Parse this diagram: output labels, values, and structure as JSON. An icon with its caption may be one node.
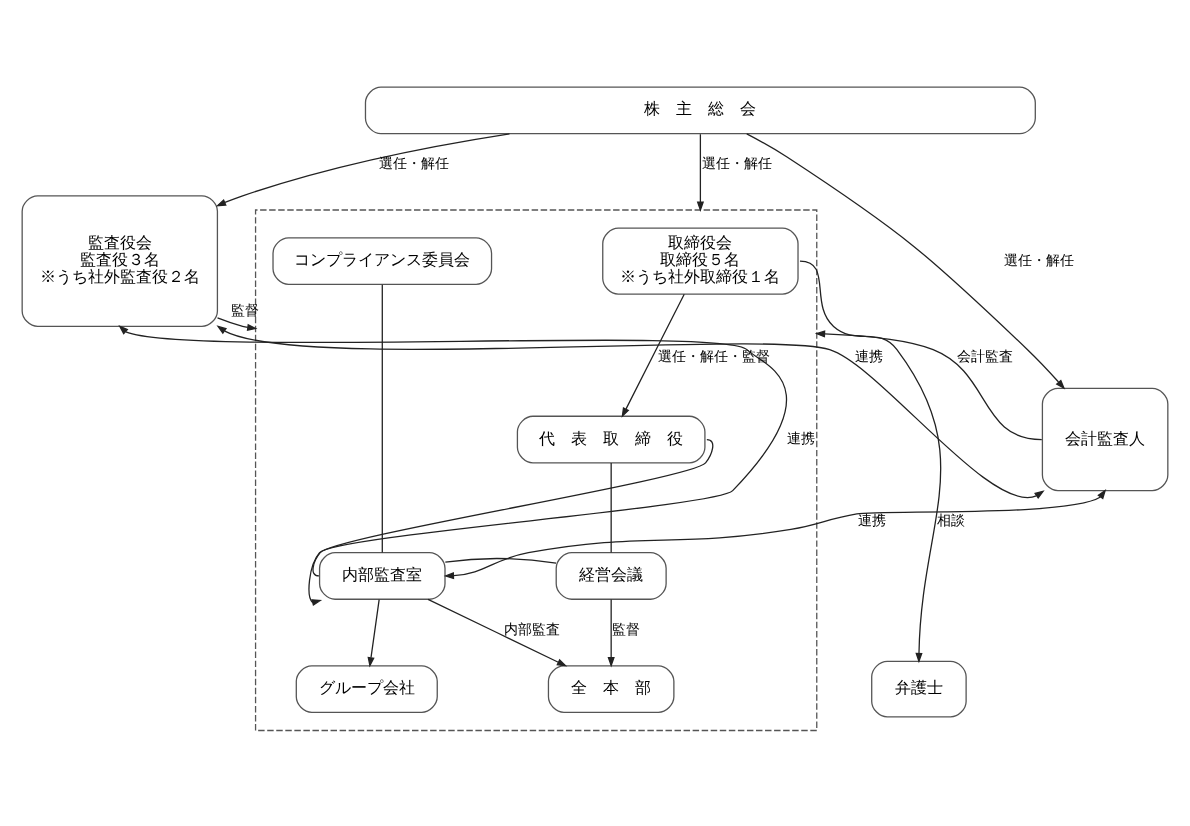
{
  "diagram": {
    "nodes": [
      {
        "text": [
          "株　主　総　会"
        ]
      },
      {
        "text": [
          "監査役会",
          "監査役３名",
          "※うち社外監査役２名"
        ]
      },
      {
        "text": [],
        "shape": "box"
      },
      {
        "text": [
          "取締役会",
          "取締役５名",
          "※うち社外取締役１名"
        ],
        "in": 2
      },
      {
        "text": [
          "コンプライアンス委員会"
        ],
        "in": 2
      },
      {
        "text": [
          "会計監査人"
        ]
      },
      {
        "text": [
          "代　表　取　締　役"
        ],
        "in": 2
      },
      {
        "text": [
          "経営会議"
        ],
        "in": 2
      },
      {
        "text": [
          "内部監査室"
        ],
        "in": 2
      },
      {
        "text": [
          "全　本　部"
        ],
        "in": 2
      },
      {
        "text": [
          "グループ会社"
        ],
        "in": 2
      },
      {
        "text": [
          "弁護士"
        ]
      }
    ],
    "edges": [
      {
        "from": 0,
        "to": 1,
        "arrow": "to",
        "label": "選任・解任"
      },
      {
        "from": 0,
        "to": 2,
        "arrow": "to",
        "label": "選任・解任"
      },
      {
        "from": 0,
        "to": 5,
        "arrow": "to",
        "label": "選任・解任"
      },
      {
        "from": 1,
        "to": 2,
        "arrow": "to",
        "label": "監督"
      },
      {
        "from": 5,
        "to": 2,
        "arrow": "to",
        "label": "会計監査"
      },
      {
        "from": 3,
        "to": 6,
        "arrow": "to",
        "label": "選任・解任・監督"
      },
      {
        "from": 3,
        "to": 11,
        "arrow": "to",
        "label": "相談"
      },
      {
        "from": 4,
        "to": 8,
        "arrow": "none"
      },
      {
        "from": 6,
        "to": 8,
        "arrow": "none"
      },
      {
        "from": 7,
        "to": 8,
        "arrow": "none"
      },
      {
        "from": 6,
        "to": 7,
        "arrow": "none"
      },
      {
        "from": 7,
        "to": 9,
        "arrow": "to",
        "label": "監督"
      },
      {
        "from": 8,
        "to": 5,
        "arrow": "both",
        "label": "連携"
      },
      {
        "from": 1,
        "to": 8,
        "arrow": "both",
        "label": "連携"
      },
      {
        "from": 1,
        "to": 5,
        "arrow": "both",
        "label": "連携"
      },
      {
        "from": 8,
        "to": 9,
        "arrow": "to",
        "label": "内部監査"
      },
      {
        "from": 8,
        "to": 10,
        "arrow": "to"
      }
    ]
  }
}
